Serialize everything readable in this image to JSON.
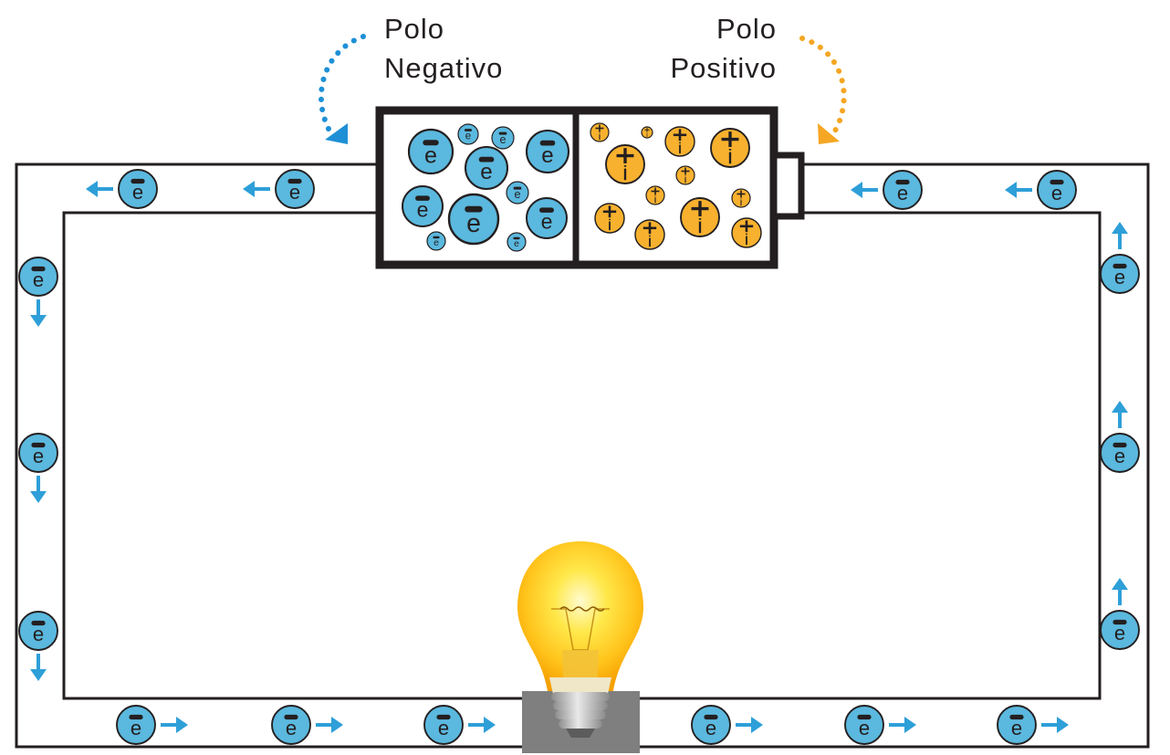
{
  "labels": {
    "negative_line1": "Polo",
    "negative_line2": "Negativo",
    "positive_line1": "Polo",
    "positive_line2": "Positivo"
  },
  "electron_symbol": "e",
  "icons": {
    "electron": "electron-icon",
    "ion": "positive-ion-icon",
    "arrow": "flow-arrow-icon",
    "bulb": "light-bulb-icon"
  },
  "colors": {
    "electron": "#5bb8de",
    "ion": "#f7b12e",
    "arrow": "#2e9fd8",
    "negative_pole_arrow": "#1e90d6",
    "positive_pole_arrow": "#f5a623",
    "wire": "#231f20",
    "bulb_glow": "#ffd21f",
    "bulb_base": "#7f7f7f"
  }
}
